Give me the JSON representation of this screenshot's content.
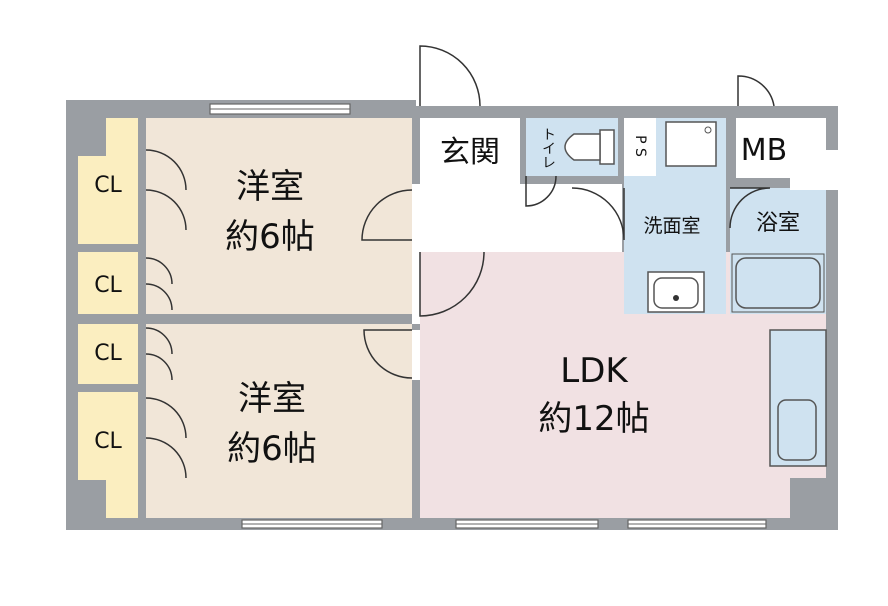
{
  "floorplan": {
    "rooms": {
      "bedroom_top": {
        "name": "洋室",
        "size": "約6帖"
      },
      "bedroom_bottom": {
        "name": "洋室",
        "size": "約6帖"
      },
      "ldk": {
        "name": "LDK",
        "size": "約12帖"
      },
      "entrance": {
        "name": "玄関"
      },
      "toilet": {
        "name": "トイレ"
      },
      "ps": {
        "name": "P S"
      },
      "mb": {
        "name": "MB"
      },
      "washroom": {
        "name": "洗面室"
      },
      "bath": {
        "name": "浴室"
      },
      "closets": [
        "CL",
        "CL",
        "CL",
        "CL"
      ]
    },
    "colors": {
      "wall": "#9a9ea3",
      "bedroom": "#f1e6d8",
      "ldk": "#f1e1e3",
      "closet": "#fbeec0",
      "wet": "#cfe2f0",
      "corridor": "#ffffff"
    }
  }
}
